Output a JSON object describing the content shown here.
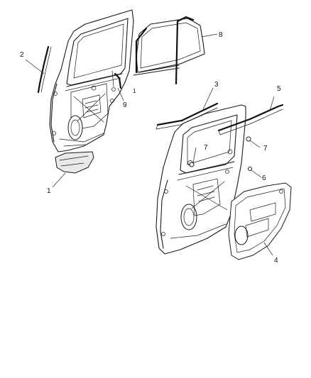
{
  "callouts": [
    {
      "id": "c1",
      "label": "1"
    },
    {
      "id": "c2",
      "label": "2"
    },
    {
      "id": "c3",
      "label": "3"
    },
    {
      "id": "c4",
      "label": "4"
    },
    {
      "id": "c5",
      "label": "5"
    },
    {
      "id": "c6",
      "label": "6"
    },
    {
      "id": "c7a",
      "label": "7"
    },
    {
      "id": "c7b",
      "label": "7"
    },
    {
      "id": "c8",
      "label": "8"
    },
    {
      "id": "c9",
      "label": "9"
    },
    {
      "id": "c1b",
      "label": "1"
    }
  ]
}
